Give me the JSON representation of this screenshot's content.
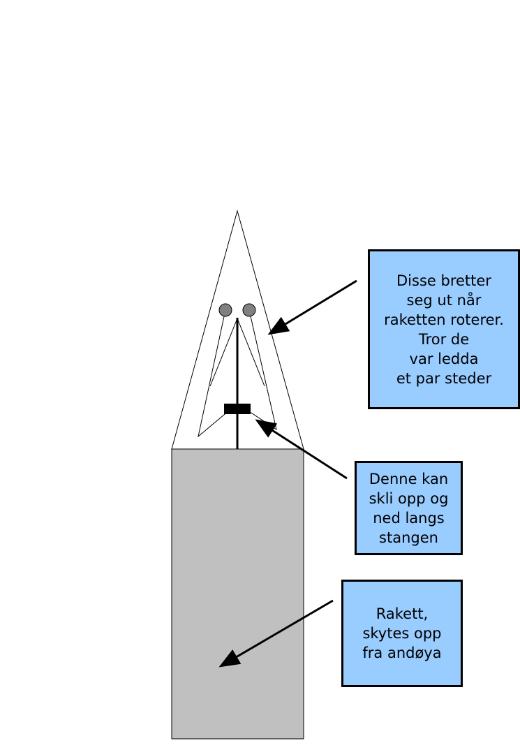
{
  "colors": {
    "callout_fill": "#99ccff",
    "rocket_body": "#c0c0c0",
    "ball": "#808080",
    "ink": "#000000"
  },
  "callouts": {
    "fold_out": {
      "text": "Disse bretter\nseg ut når\nraketten roterer.\nTror de\nvar ledda\net par steder"
    },
    "slider": {
      "text": "Denne kan\nskli opp og\nned langs\nstangen"
    },
    "rocket": {
      "text": "Rakett,\nskytes opp\nfra andøya"
    }
  }
}
